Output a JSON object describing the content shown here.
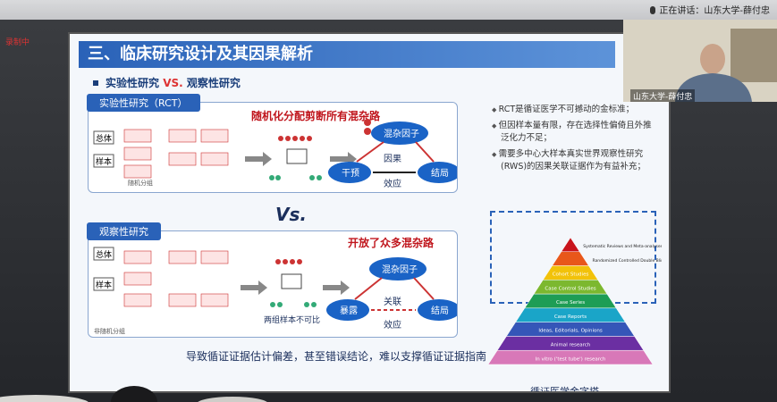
{
  "window": {
    "status_text": "正在讲话：山东大学-薛付忠",
    "recording_label": "录制中"
  },
  "video": {
    "name_label": "山东大学-薛付忠"
  },
  "slide": {
    "title": "三、临床研究设计及其因果解析",
    "subtitle_prefix": "实验性研究",
    "subtitle_vs": "VS.",
    "subtitle_suffix": "观察性研究",
    "experimental": {
      "tag": "实验性研究（RCT）",
      "headline": "随机化分配剪断所有混杂路",
      "flow": [
        "总体",
        "样本",
        "随机分组"
      ],
      "nodes": {
        "confounder": "混杂因子",
        "exposure": "干预",
        "outcome": "结局",
        "effect": "因果\n效应"
      }
    },
    "vs_label": "Vs.",
    "observational": {
      "tag": "观察性研究",
      "headline": "开放了众多混杂路",
      "flow": [
        "总体",
        "样本",
        "非随机分组"
      ],
      "caption": "两组样本不可比",
      "nodes": {
        "confounder": "混杂因子",
        "exposure": "暴露",
        "outcome": "结局",
        "effect": "关联\n效应"
      }
    },
    "bottom_note": "导致循证证据估计偏差，甚至错误结论，难以支撑循证证据指南",
    "bullets": [
      "RCT是循证医学不可撼动的金标准；",
      "但因样本量有限，存在选择性偏倚且外推泛化力不足；",
      "需要多中心大样本真实世界观察性研究(RWS)的因果关联证据作为有益补充；"
    ],
    "pyramid_caption": "循证医学金字塔",
    "pyramid_levels": [
      {
        "label": "Systematic Reviews and Meta-analyses",
        "color": "#c8141c"
      },
      {
        "label": "Randomized Controlled Double Blind Studies",
        "color": "#e8571a"
      },
      {
        "label": "Cohort Studies",
        "color": "#f2c20a"
      },
      {
        "label": "Case Control Studies",
        "color": "#7cb82f"
      },
      {
        "label": "Case Series",
        "color": "#1e9d55"
      },
      {
        "label": "Case Reports",
        "color": "#1aa5c8"
      },
      {
        "label": "Ideas, Editorials, Opinions",
        "color": "#3556b8"
      },
      {
        "label": "Animal research",
        "color": "#6b2fa2"
      },
      {
        "label": "In vitro ('test tube') research",
        "color": "#d878b8"
      }
    ]
  }
}
